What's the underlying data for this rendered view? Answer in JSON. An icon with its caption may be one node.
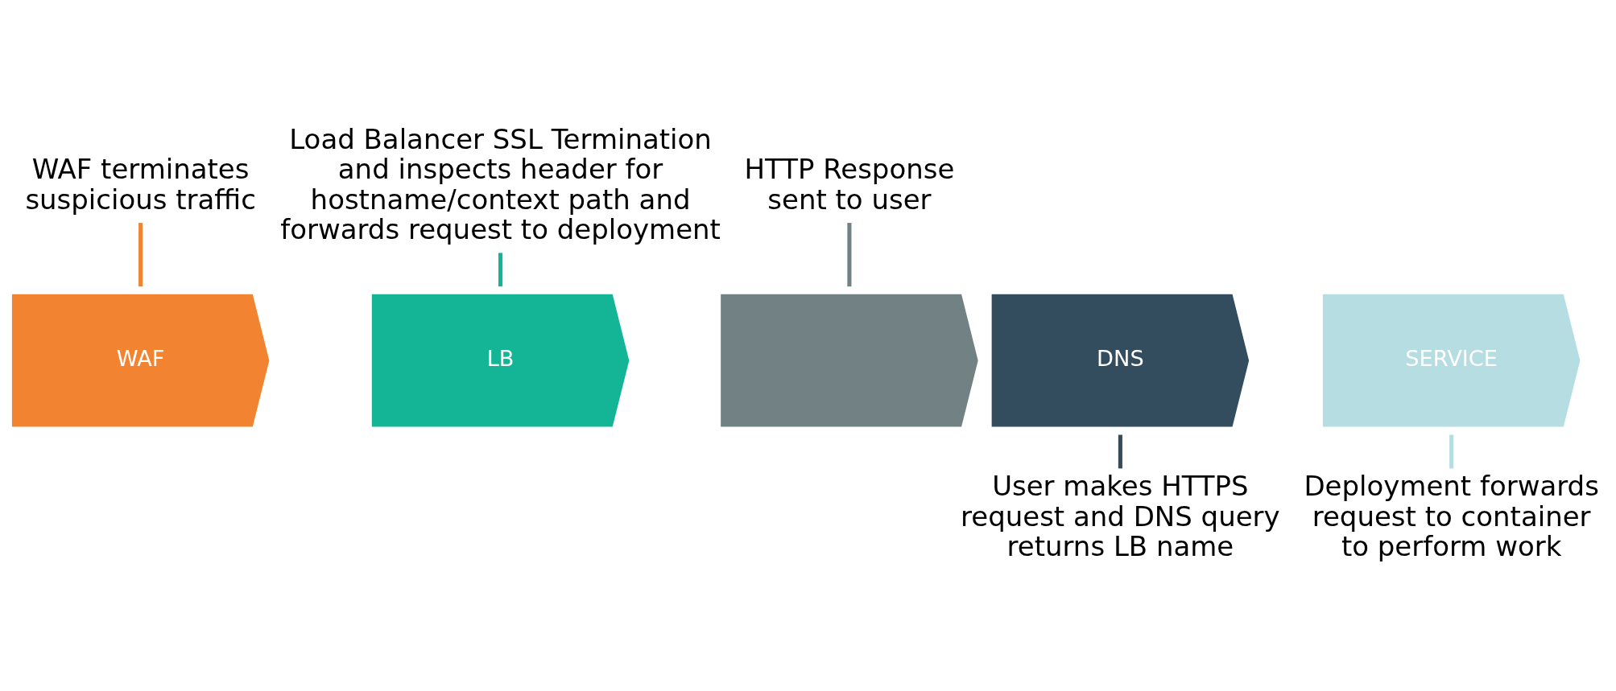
{
  "diagram": {
    "nodes": [
      {
        "text": [
          "WAF terminates suspicious traffic"
        ]
      },
      {
        "text": [
          "Load Balancer SSL Termination and inspects header for hostname/context path and forwards request to deployment"
        ]
      },
      {
        "text": [
          "HTTP Response sent to user"
        ]
      },
      {
        "text": [
          "DNS"
        ]
      },
      {
        "text": [
          "WAF"
        ]
      },
      {
        "text": [
          "LB"
        ]
      },
      {
        "text": [
          "SERVICE"
        ]
      },
      {
        "text": [],
        "shape": "chevron"
      },
      {
        "text": [
          "User makes HTTPS request and DNS query returns LB name"
        ]
      },
      {
        "text": [
          "Deployment forwards request to container to perform work"
        ]
      }
    ],
    "edges": [
      {
        "from": 8,
        "to": 3,
        "arrow": "none",
        "color": "#334d5e"
      },
      {
        "from": 0,
        "to": 4,
        "arrow": "none",
        "color": "#f28431"
      },
      {
        "from": 1,
        "to": 5,
        "arrow": "none",
        "color": "#13b596"
      },
      {
        "from": 9,
        "to": 6,
        "arrow": "none",
        "color": "#b5dde2"
      },
      {
        "from": 2,
        "to": 7,
        "arrow": "none",
        "color": "#718184"
      }
    ]
  }
}
